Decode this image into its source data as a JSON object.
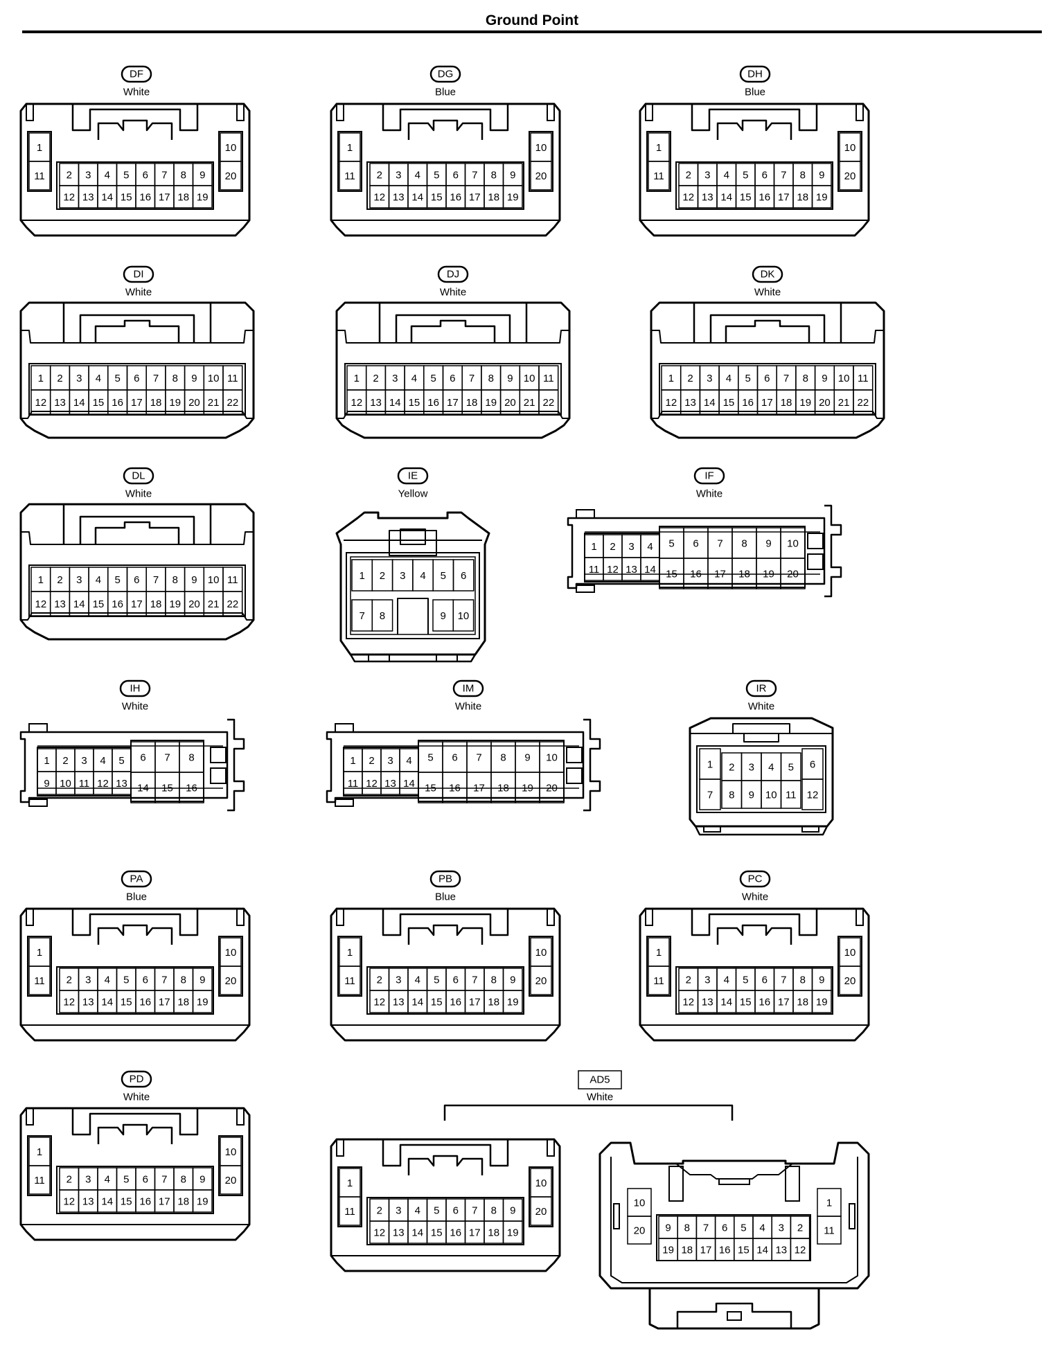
{
  "page": {
    "title": "Ground Point"
  },
  "colors": {
    "ink": "#000000",
    "paper": "#ffffff"
  },
  "connectors": [
    {
      "id": "DF",
      "color": "White",
      "type": "std20",
      "labelStyle": "pill"
    },
    {
      "id": "DG",
      "color": "Blue",
      "type": "std20",
      "labelStyle": "pill"
    },
    {
      "id": "DH",
      "color": "Blue",
      "type": "std20",
      "labelStyle": "pill"
    },
    {
      "id": "DI",
      "color": "White",
      "type": "std22",
      "labelStyle": "pill"
    },
    {
      "id": "DJ",
      "color": "White",
      "type": "std22",
      "labelStyle": "pill"
    },
    {
      "id": "DK",
      "color": "White",
      "type": "std22",
      "labelStyle": "pill"
    },
    {
      "id": "DL",
      "color": "White",
      "type": "std22",
      "labelStyle": "pill"
    },
    {
      "id": "IE",
      "color": "Yellow",
      "type": "ie10",
      "labelStyle": "pill"
    },
    {
      "id": "IF",
      "color": "White",
      "type": "side20",
      "labelStyle": "pill"
    },
    {
      "id": "IH",
      "color": "White",
      "type": "side16",
      "labelStyle": "pill"
    },
    {
      "id": "IM",
      "color": "White",
      "type": "side20",
      "labelStyle": "pill"
    },
    {
      "id": "IR",
      "color": "White",
      "type": "ir12",
      "labelStyle": "pill"
    },
    {
      "id": "PA",
      "color": "Blue",
      "type": "std20",
      "labelStyle": "pill"
    },
    {
      "id": "PB",
      "color": "Blue",
      "type": "std20",
      "labelStyle": "pill"
    },
    {
      "id": "PC",
      "color": "White",
      "type": "std20",
      "labelStyle": "pill"
    },
    {
      "id": "PD",
      "color": "White",
      "type": "std20",
      "labelStyle": "pill"
    },
    {
      "id": "AD5",
      "color": "White",
      "type": "pair20",
      "labelStyle": "box"
    }
  ]
}
